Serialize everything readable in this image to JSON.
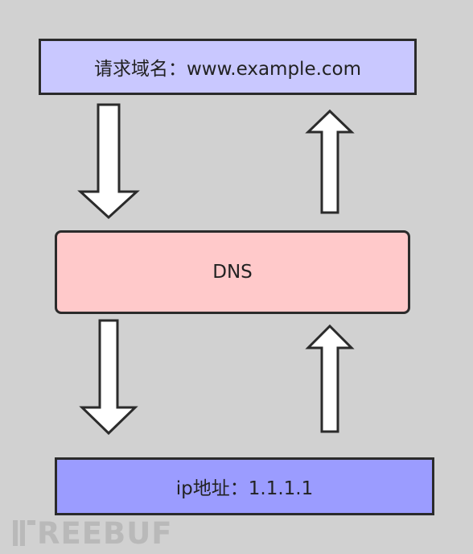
{
  "diagram": {
    "request_label": "请求域名：www.example.com",
    "dns_label": "DNS",
    "ip_label": "ip地址：1.1.1.1"
  },
  "watermark": {
    "text": "REEBUF"
  },
  "colors": {
    "background": "#d1d1d1",
    "request_fill": "#c9c8ff",
    "dns_fill": "#ffc9ca",
    "ip_fill": "#9b9cff",
    "border": "#2b2b2b",
    "arrow_fill": "#ffffff"
  },
  "arrows": [
    {
      "id": "request-to-dns",
      "direction": "down"
    },
    {
      "id": "dns-to-request",
      "direction": "up"
    },
    {
      "id": "dns-to-ip",
      "direction": "down"
    },
    {
      "id": "ip-to-dns",
      "direction": "up"
    }
  ]
}
